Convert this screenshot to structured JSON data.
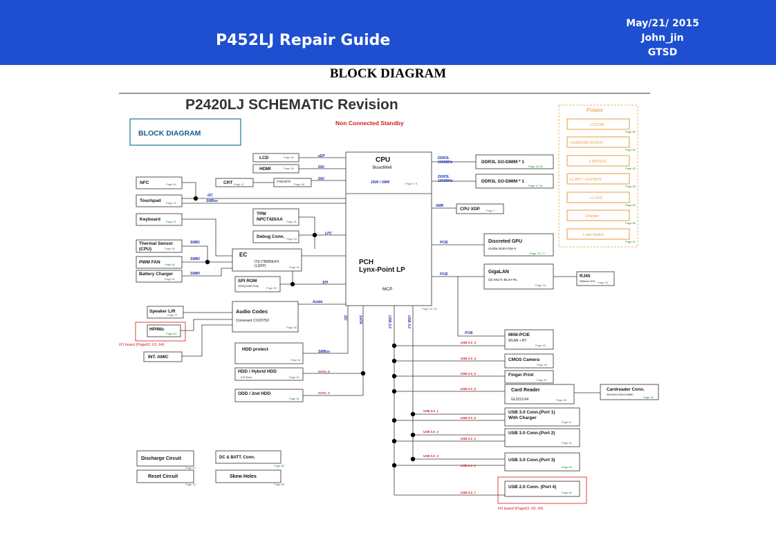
{
  "header": {
    "title": "P452LJ Repair Guide",
    "date": "May/21/ 2015",
    "author": "John_jin",
    "dept": "GTSD"
  },
  "page_heading": "BLOCK DIAGRAM",
  "schematic": {
    "title": "P2420LJ SCHEMATIC Revision",
    "block_label": "BLOCK DIAGRAM",
    "standby_note": "Non Connected Standby",
    "cpu": {
      "name": "CPU",
      "sub": "BoardWell",
      "power": "15W / 28W",
      "page": "Page 2~9"
    },
    "pch": {
      "name": "PCH",
      "sub": "Lynx-Point LP",
      "mcp": "MCP",
      "page": "Page 20~26"
    },
    "blocks": {
      "lcd": {
        "label": "LCD",
        "page": "Page 40"
      },
      "hdmi": {
        "label": "HDMI",
        "page": "Page 40"
      },
      "crt": {
        "label": "CRT",
        "page": "Page 47"
      },
      "it6515": {
        "label": "IT6515FN",
        "page": "Page 48"
      },
      "nfc": {
        "label": "NFC",
        "page": "Page 64"
      },
      "touchpad": {
        "label": "Touchpad",
        "page": "Page 21"
      },
      "keyboard": {
        "label": "Keyboard",
        "page": "Page 21"
      },
      "tpm": {
        "label": "TPM",
        "sub": "NPCT420AA",
        "page": "Page 31"
      },
      "debug": {
        "label": "Debug Conn.",
        "page": "Page 44"
      },
      "thermal": {
        "label": "Thermal Sensor",
        "sub": "(CPU)",
        "page": "Page 60"
      },
      "pwmfan": {
        "label": "PWM FAN",
        "page": "Page 60"
      },
      "battery": {
        "label": "Battery Charger",
        "page": "Page 82"
      },
      "ec": {
        "label": "EC",
        "sub": "ITE IT8585E/FX",
        "sub2": "(LQFP)",
        "page": "Page 30"
      },
      "spirom": {
        "label": "SPI ROM",
        "sub": "W25Q128FVSIQ",
        "page": "Page 30"
      },
      "speaker": {
        "label": "Speaker L/R",
        "page": "Page 37"
      },
      "hpmic": {
        "label": "HP/Mic",
        "page": "Page 64"
      },
      "amic": {
        "label": "INT. AMIC"
      },
      "codec": {
        "label": "Audio Codec",
        "sub": "Conexant CX20752",
        "page": "Page 36"
      },
      "hddprot": {
        "label": "HDD protect",
        "page": "Page 61"
      },
      "hdd": {
        "label": "HDD / Hybrid HDD",
        "sub": "2.5\"7mm",
        "page": "Page 61"
      },
      "odd": {
        "label": "ODD / 2nd HDD",
        "page": "Page 61"
      },
      "ddr1": {
        "label": "DDR3L SO-DIMM * 1",
        "page": "Page 16,18"
      },
      "ddr2": {
        "label": "DDR3L SO-DIMM * 1",
        "page": "Page 17,18"
      },
      "cpuxdp": {
        "label": "CPU XDP",
        "page": "Page 7"
      },
      "gpu": {
        "label": "Discreted GPU",
        "sub": "nVidia N16V-GM-S",
        "page": "Page 70~77"
      },
      "gigalan": {
        "label": "GigaLAN",
        "sub": "QCA8171-BL3A-RL",
        "page": "Page 33"
      },
      "rj45": {
        "label": "RJ45",
        "sub": "Without LED",
        "page": "Page 34"
      },
      "minipcie": {
        "label": "MINI-PCIE",
        "sub": "WLAN + BT",
        "page": "Page 63"
      },
      "cmos": {
        "label": "CMOS Camera",
        "page": "Page 40"
      },
      "finger": {
        "label": "Finger Print",
        "page": "Page 61"
      },
      "cardreader": {
        "label": "Card Reader",
        "sub": "GL3213-04",
        "page": "Page 60"
      },
      "cardconn": {
        "label": "Cardreader Conn.",
        "sub": "SD/SDHC/SDXC/MMC",
        "page": "Page 40"
      },
      "usb1": {
        "label": "USB 3.0 Conn.(Port 1)",
        "sub": "With Charger",
        "page": "Page 67"
      },
      "usb2": {
        "label": "USB 3.0 Conn.(Port 2)",
        "page": "Page 62"
      },
      "usb3": {
        "label": "USB 3.0 Conn.(Port 3)",
        "page": "Page 63"
      },
      "usb4": {
        "label": "USB 2.0 Conn. (Port 4)",
        "page": "Page 62"
      },
      "discharge": {
        "label": "Discharge Circuit",
        "page": "Page 67"
      },
      "dcbatt": {
        "label": "DC & BATT. Conn.",
        "page": "Page 80"
      },
      "reset": {
        "label": "Reset Circuit",
        "page": "Page 32"
      },
      "skew": {
        "label": "Skew Holes",
        "page": "Page 68"
      }
    },
    "buses": {
      "edp": "eDP",
      "ddi1": "DDI",
      "ddi2": "DDI",
      "i2c": "I2C",
      "smbus1": "SMBus",
      "lpc": "LPC",
      "smb1": "SMB1",
      "smb2": "SMB2",
      "smb0": "SMB0",
      "spi": "SPI",
      "azalia": "Azalia",
      "smbus2": "SMBus",
      "sata0": "SATA_0",
      "sata2": "SATA_2",
      "ddr3l1": "DDR3L",
      "ddr3l1f": "1600MHz",
      "ddr3l2": "DDR3L",
      "ddr3l2f": "1600MHz",
      "smb": "SMB",
      "pcie1": "PCIE",
      "pcie2": "PCIE",
      "pcie3": "PCIE",
      "i2c_v": "I2C",
      "sata_v": "SATA",
      "usb20_v": "USB 2.0",
      "usb30_v": "USB 3.0"
    },
    "usb_links": {
      "u3": "USB 2.0_3",
      "u4": "USB 2.0_4",
      "u5": "USB 2.0_5",
      "u6": "USB 2.0_6",
      "u31a": "USB 3.0_1",
      "u20a": "USB 2.0_0",
      "u32a": "USB 3.0_2",
      "u21a": "USB 2.0_1",
      "u33a": "USB 3.0_3",
      "u22a": "USB 2.0_2",
      "u27a": "USB 2.0_7"
    },
    "io_board_note1": "I/O board (Page62, 63, 64)",
    "io_board_note2": "I/O board (Page62, 63, 64)",
    "power": {
      "title": "Power",
      "items": [
        {
          "label": "+VCCIN",
          "page": "Page 80"
        },
        {
          "label": "+3VADSW/+5VSUS",
          "page": "Page 81"
        },
        {
          "label": "1.05VSUS",
          "page": "Page 82"
        },
        {
          "label": "+1.35V / +0.675VS",
          "page": "Page 83"
        },
        {
          "label": "+1.5VS",
          "page": "Page 84"
        },
        {
          "label": "Charger",
          "page": "Page 85"
        },
        {
          "label": "Load Switch",
          "page": "Page 91"
        }
      ]
    }
  }
}
